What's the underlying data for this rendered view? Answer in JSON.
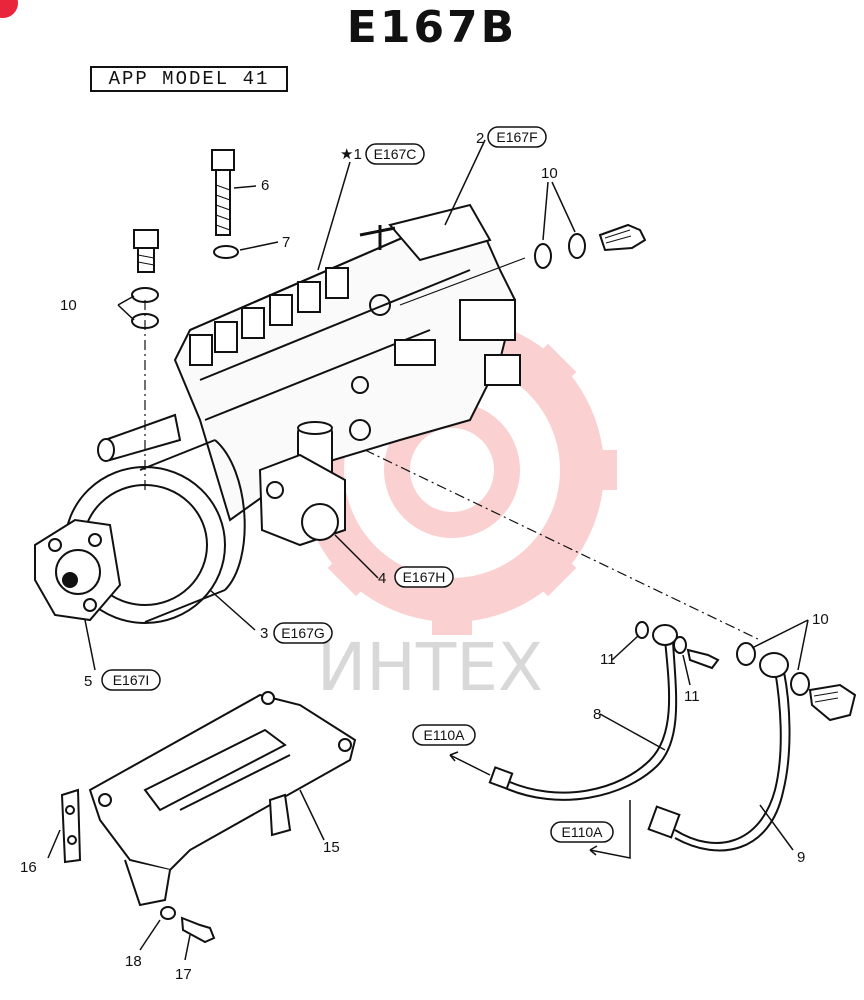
{
  "title": "E167B",
  "app_model": "APP MODEL 41",
  "watermark": {
    "text": "ИНТЕХ",
    "color": "#f05a5a",
    "text_color": "#cccccc"
  },
  "corner_color": "#e8253a",
  "callouts": {
    "c1": {
      "num": "★1",
      "ref": "E167C"
    },
    "c2": {
      "num": "2",
      "ref": "E167F"
    },
    "c3": {
      "num": "3",
      "ref": "E167G"
    },
    "c4": {
      "num": "4",
      "ref": "E167H"
    },
    "c5": {
      "num": "5",
      "ref": "E167I"
    },
    "c6": "6",
    "c7": "7",
    "c8": "8",
    "c9": "9",
    "c10a": "10",
    "c10b": "10",
    "c10c": "10",
    "c11a": "11",
    "c11b": "11",
    "c15": "15",
    "c16": "16",
    "c17": "17",
    "c18": "18",
    "e110a_1": "E110A",
    "e110a_2": "E110A"
  }
}
